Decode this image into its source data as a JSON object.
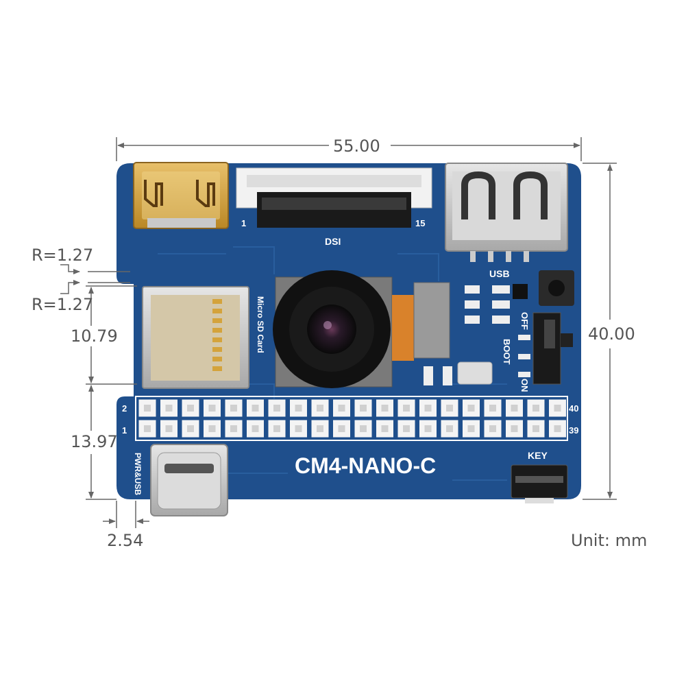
{
  "dimensions": {
    "width": "55.00",
    "height": "40.00",
    "radius_top": "R=1.27",
    "radius_bottom": "R=1.27",
    "sd_offset": "10.79",
    "header_offset": "13.97",
    "pin_pitch": "2.54",
    "unit": "Unit: mm"
  },
  "board": {
    "name": "CM4-NANO-C",
    "dsi_label": "DSI",
    "dsi_pin_start": "1",
    "dsi_pin_end": "15",
    "usb_label": "USB",
    "sd_label": "Micro SD Card",
    "switch_off_label": "OFF",
    "switch_boot_label": "BOOT",
    "switch_on_label": "ON",
    "header_pin_2": "2",
    "header_pin_1": "1",
    "header_pin_40": "40",
    "header_pin_39": "39",
    "pwr_usb_label": "PWR&USB",
    "key_label": "KEY"
  },
  "colors": {
    "pcb": "#1f4f8c",
    "silkscreen": "#ffffff",
    "gold": "#d4a33b",
    "dimension_line": "#666666"
  }
}
